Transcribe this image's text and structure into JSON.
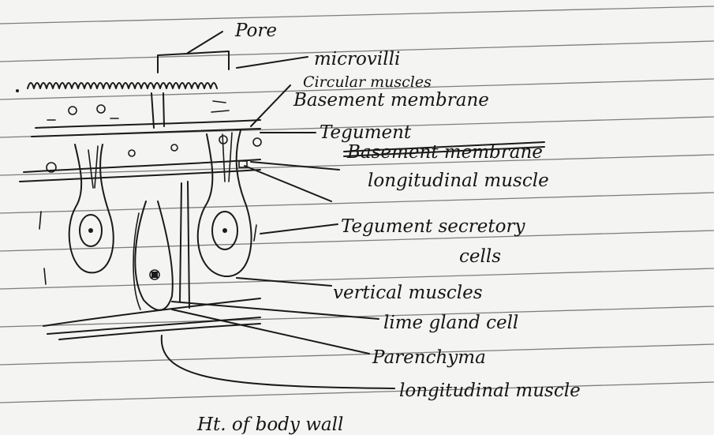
{
  "diagram": {
    "labels": {
      "pore": "Pore",
      "microvilli": "microvilli",
      "circular_muscles": "Circular muscles",
      "basement_membrane": "Basement membrane",
      "tegument": "Tegument",
      "basement_membrane_struck": "Basement membrane",
      "longitudinal_muscle": "longitudinal muscle",
      "tegument_secretory_line1": "Tegument secretory",
      "tegument_secretory_line2": "cells",
      "vertical_muscles": "vertical muscles",
      "lime_gland_cell": "lime gland cell",
      "parenchyma": "Parenchyma",
      "longitudinal_muscle_lower": "longitudinal muscle",
      "caption_partial": "Ht. of body wall"
    }
  }
}
